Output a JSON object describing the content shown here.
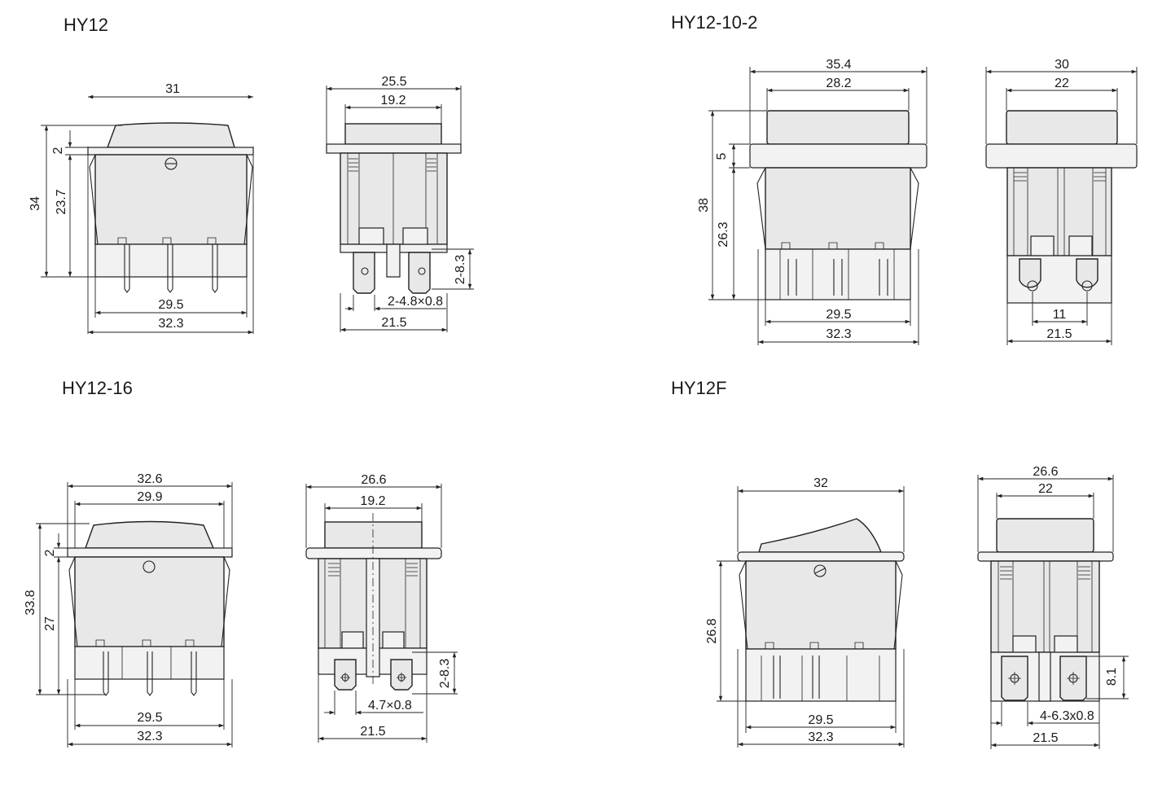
{
  "titles": {
    "hy12": "HY12",
    "hy12_10_2": "HY12-10-2",
    "hy12_16": "HY12-16",
    "hy12f": "HY12F"
  },
  "hy12": {
    "front": {
      "w_top": "31",
      "h_total": "34",
      "h_body": "23.7",
      "flange": "2",
      "w_inner": "29.5",
      "w_outer": "32.3"
    },
    "side": {
      "w_top": "25.5",
      "w_rocker": "19.2",
      "pin_h": "2-8.3",
      "pin_size": "2-4.8×0.8",
      "w_bottom": "21.5"
    }
  },
  "hy12_10_2": {
    "front": {
      "w_top": "35.4",
      "w_rocker": "28.2",
      "flange": "5",
      "h_total": "38",
      "h_body": "26.3",
      "w_inner": "29.5",
      "w_outer": "32.3"
    },
    "side": {
      "w_top": "30",
      "w_rocker": "22",
      "pin_gap": "11",
      "w_bottom": "21.5"
    }
  },
  "hy12_16": {
    "front": {
      "w_top": "32.6",
      "w_rocker": "29.9",
      "flange": "2",
      "h_total": "33.8",
      "h_body": "27",
      "w_inner": "29.5",
      "w_outer": "32.3"
    },
    "side": {
      "w_top": "26.6",
      "w_rocker": "19.2",
      "pin_h": "2-8.3",
      "pin_size": "4.7×0.8",
      "w_bottom": "21.5"
    }
  },
  "hy12f": {
    "front": {
      "w_top": "32",
      "h_body": "26.8",
      "w_inner": "29.5",
      "w_outer": "32.3"
    },
    "side": {
      "w_top": "26.6",
      "w_rocker": "22",
      "pin_h": "8.1",
      "pin_size": "4-6.3x0.8",
      "w_bottom": "21.5"
    }
  }
}
